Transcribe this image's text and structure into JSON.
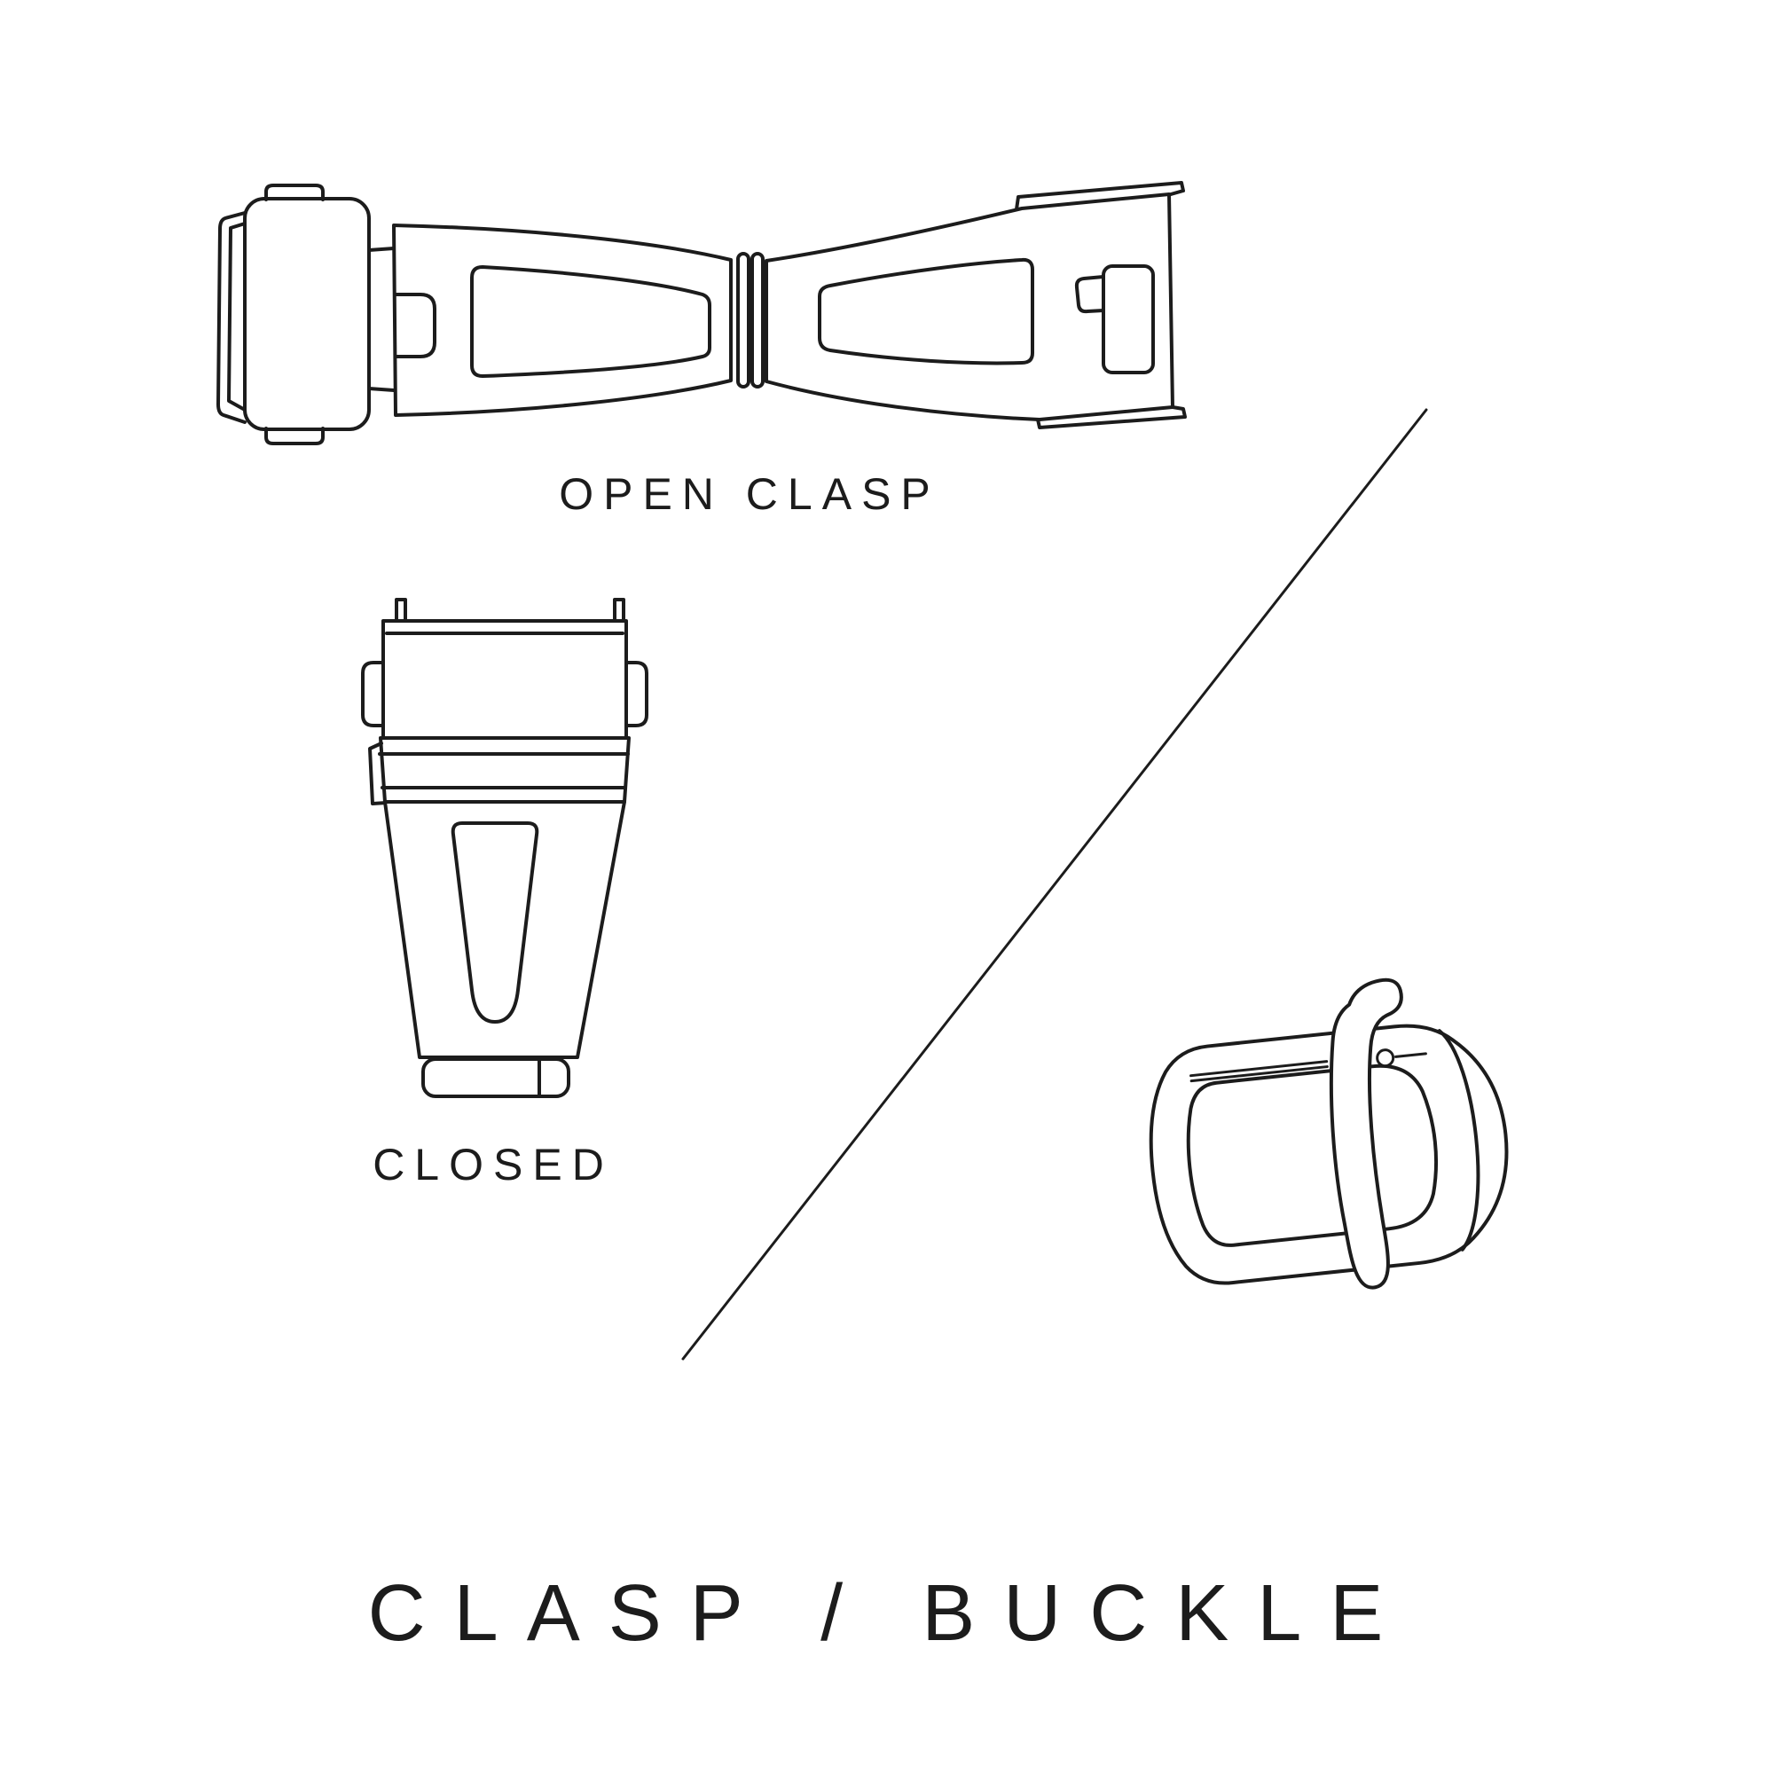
{
  "page": {
    "title": "CLASP / BUCKLE",
    "background_color": "#ffffff",
    "line_color": "#1c1c1c",
    "text_color": "#1c1c1c"
  },
  "figures": {
    "open_clasp": {
      "label": "OPEN CLASP",
      "illustration": "open-deployant-clasp-line-drawing"
    },
    "closed_clasp": {
      "label": "CLOSED",
      "illustration": "closed-clasp-line-drawing"
    },
    "buckle": {
      "illustration": "tang-buckle-line-drawing"
    },
    "divider": {
      "illustration": "diagonal-divider-line"
    }
  }
}
